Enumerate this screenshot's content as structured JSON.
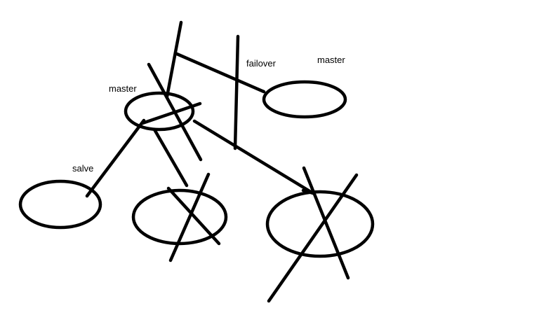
{
  "diagram": {
    "labels": {
      "master_left": "master",
      "failover": "failover",
      "master_right": "master",
      "slave": "salve"
    },
    "nodes": [
      {
        "id": "master-node",
        "role": "master"
      },
      {
        "id": "new-master-node",
        "role": "master"
      },
      {
        "id": "slave-node",
        "role": "salve"
      },
      {
        "id": "crossed-node-middle",
        "crossed": true
      },
      {
        "id": "crossed-node-right",
        "crossed": true
      }
    ],
    "stroke_color": "#000000",
    "background_color": "#ffffff"
  }
}
